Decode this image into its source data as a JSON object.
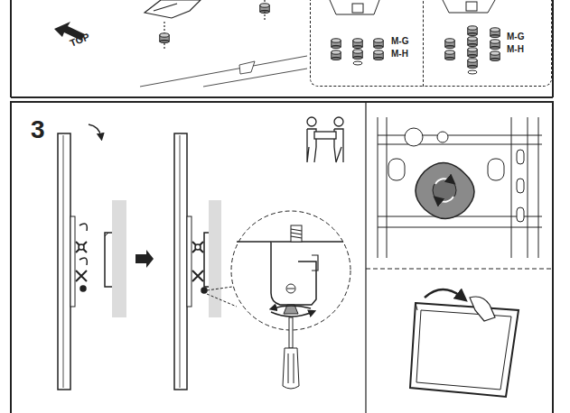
{
  "diagram": {
    "nodes": [
      {
        "text": [
          "M-G",
          "M-H"
        ]
      },
      {
        "text": [
          "M-G",
          "M-H"
        ]
      }
    ],
    "labels": [
      "TOP",
      "3"
    ]
  }
}
